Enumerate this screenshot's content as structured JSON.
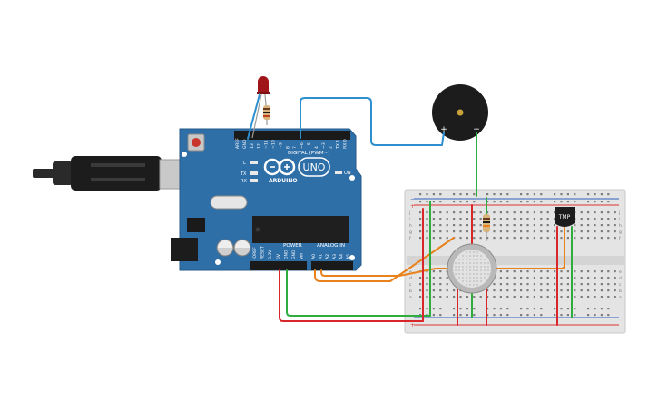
{
  "board": {
    "logo": "UNO",
    "brand": "ARDUINO",
    "digital_header": "DIGITAL (PWM~)",
    "power_header": "POWER",
    "analog_header": "ANALOG IN",
    "led_l": "L",
    "led_tx": "TX",
    "led_rx": "RX",
    "led_on": "ON",
    "digital_pins": [
      "AREF",
      "GND",
      "13",
      "12",
      "~11",
      "~10",
      "~9",
      "8",
      "7",
      "~6",
      "~5",
      "4",
      "~3",
      "2",
      "TX 1",
      "RX 0"
    ],
    "power_pins": [
      "IOREF",
      "RESET",
      "3.3V",
      "5V",
      "GND",
      "GND",
      "Vin"
    ],
    "analog_pins": [
      "A0",
      "A1",
      "A2",
      "A3",
      "A4",
      "A5"
    ]
  },
  "buzzer": {
    "plus": "+",
    "minus": "−"
  },
  "sensor": {
    "label": "TMP"
  },
  "breadboard": {
    "row_letters_top": [
      "j",
      "i",
      "h",
      "g",
      "f"
    ],
    "row_letters_bottom": [
      "e",
      "d",
      "c",
      "b",
      "a"
    ],
    "rail_plus": "+",
    "rail_minus": "−"
  },
  "colors": {
    "board": "#2f6fa8",
    "wire_green": "#2fae3f",
    "wire_blue": "#2d8fd0",
    "wire_orange": "#e8821c",
    "wire_red": "#d9262b",
    "breadboard": "#e4e4e4"
  }
}
